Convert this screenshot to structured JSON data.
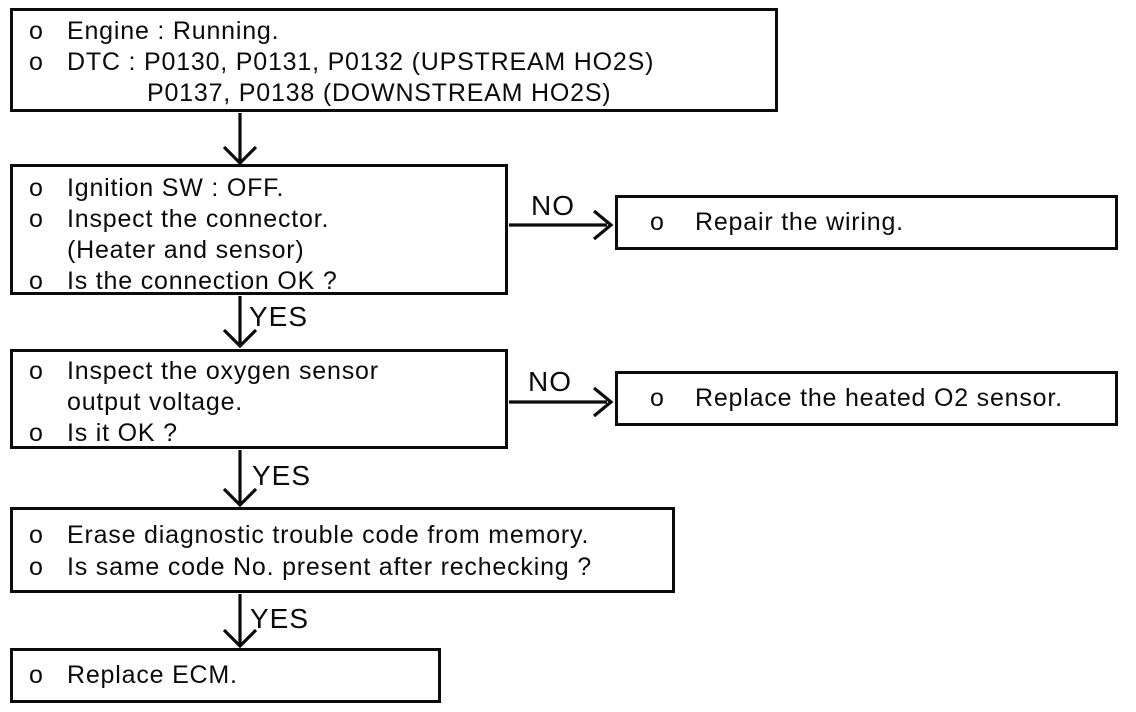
{
  "colors": {
    "ink": "#0b0b0b",
    "paper": "#ffffff"
  },
  "flowchart": {
    "nodes": [
      {
        "id": "start-conditions",
        "lines": [
          {
            "bullet": "o",
            "text": "Engine : Running."
          },
          {
            "bullet": "o",
            "text": "DTC : P0130, P0131, P0132 (UPSTREAM HO2S)"
          },
          {
            "bullet": "",
            "text": "P0137, P0138 (DOWNSTREAM HO2S)"
          }
        ]
      },
      {
        "id": "check-connector",
        "lines": [
          {
            "bullet": "o",
            "text": "Ignition SW : OFF."
          },
          {
            "bullet": "o",
            "text": "Inspect the connector."
          },
          {
            "bullet": "",
            "text": "(Heater and sensor)"
          },
          {
            "bullet": "o",
            "text": "Is the connection OK ?"
          }
        ]
      },
      {
        "id": "repair-wiring",
        "lines": [
          {
            "bullet": "o",
            "text": "Repair the wiring."
          }
        ]
      },
      {
        "id": "check-o2-voltage",
        "lines": [
          {
            "bullet": "o",
            "text": "Inspect the oxygen sensor"
          },
          {
            "bullet": "",
            "text": "output voltage."
          },
          {
            "bullet": "o",
            "text": "Is it OK ?"
          }
        ]
      },
      {
        "id": "replace-o2-sensor",
        "lines": [
          {
            "bullet": "o",
            "text": "Replace the heated O2 sensor."
          }
        ]
      },
      {
        "id": "erase-dtc",
        "lines": [
          {
            "bullet": "o",
            "text": "Erase diagnostic trouble code from memory."
          },
          {
            "bullet": "o",
            "text": "Is same code No. present after rechecking ?"
          }
        ]
      },
      {
        "id": "replace-ecm",
        "lines": [
          {
            "bullet": "o",
            "text": "Replace ECM."
          }
        ]
      }
    ],
    "edge_labels": [
      {
        "id": "no-1",
        "text": "NO"
      },
      {
        "id": "yes-1",
        "text": "YES"
      },
      {
        "id": "no-2",
        "text": "NO"
      },
      {
        "id": "yes-2",
        "text": "YES"
      },
      {
        "id": "yes-3",
        "text": "YES"
      }
    ]
  }
}
